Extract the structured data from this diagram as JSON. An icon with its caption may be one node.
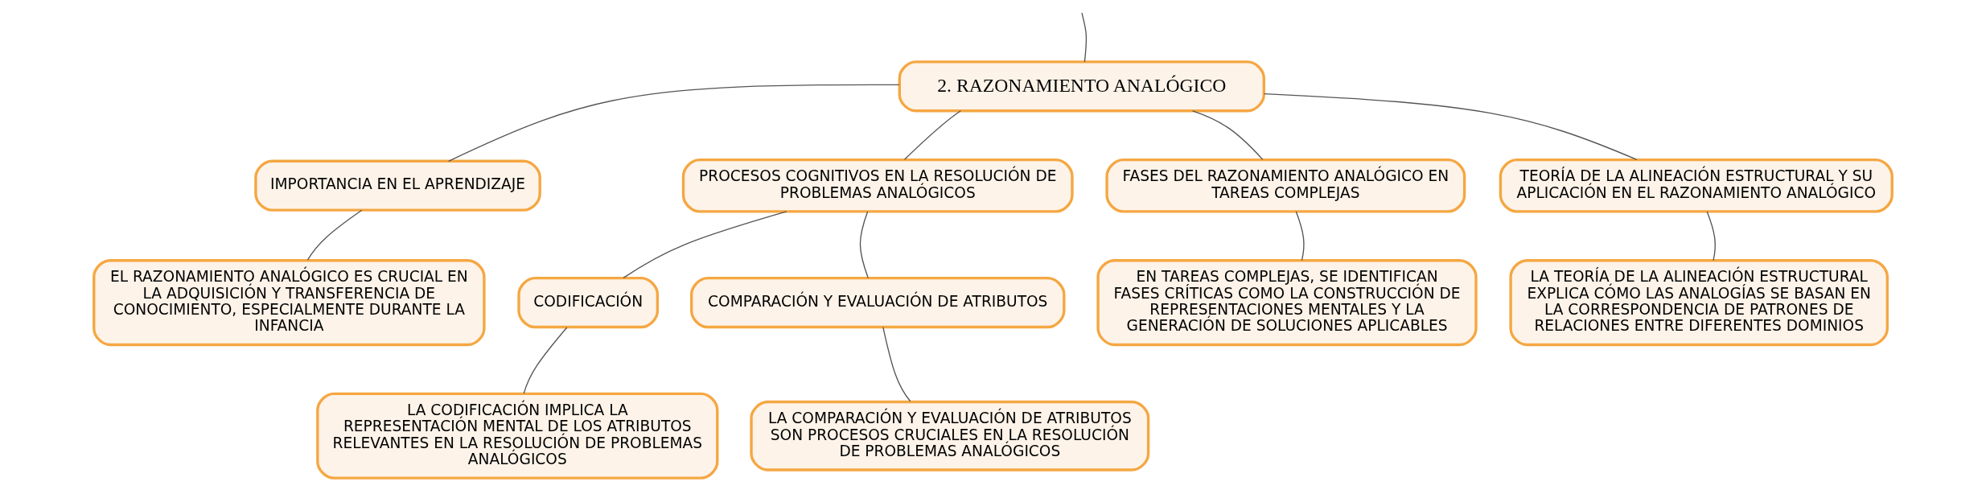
{
  "diagram": {
    "nodes": [
      {
        "text": [
          "2. RAZONAMIENTO ANALÓGICO"
        ]
      },
      {
        "text": [
          "IMPORTANCIA EN EL APRENDIZAJE"
        ]
      },
      {
        "text": [
          "EL RAZONAMIENTO ANALÓGICO ES CRUCIAL EN LA ADQUISICIÓN Y TRANSFERENCIA DE CONOCIMIENTO, ESPECIALMENTE DURANTE LA INFANCIA"
        ]
      },
      {
        "text": [
          "PROCESOS COGNITIVOS EN LA RESOLUCIÓN DE PROBLEMAS ANALÓGICOS"
        ]
      },
      {
        "text": [
          "CODIFICACIÓN"
        ]
      },
      {
        "text": [
          "LA CODIFICACIÓN IMPLICA LA REPRESENTACIÓN MENTAL DE LOS ATRIBUTOS RELEVANTES EN LA RESOLUCIÓN DE PROBLEMAS ANALÓGICOS"
        ]
      },
      {
        "text": [
          "COMPARACIÓN Y EVALUACIÓN DE ATRIBUTOS"
        ]
      },
      {
        "text": [
          "LA COMPARACIÓN Y EVALUACIÓN DE ATRIBUTOS SON PROCESOS CRUCIALES EN LA RESOLUCIÓN DE PROBLEMAS ANALÓGICOS"
        ]
      },
      {
        "text": [
          "FASES DEL RAZONAMIENTO ANALÓGICO EN TAREAS COMPLEJAS"
        ]
      },
      {
        "text": [
          "EN TAREAS COMPLEJAS, SE IDENTIFICAN FASES CRÍTICAS COMO LA CONSTRUCCIÓN DE REPRESENTACIONES MENTALES Y LA GENERACIÓN DE SOLUCIONES APLICABLES"
        ]
      },
      {
        "text": [
          "TEORÍA DE LA ALINEACIÓN ESTRUCTURAL Y SU APLICACIÓN EN EL RAZONAMIENTO ANALÓGICO"
        ]
      },
      {
        "text": [
          "LA TEORÍA DE LA ALINEACIÓN ESTRUCTURAL EXPLICA CÓMO LAS ANALOGÍAS SE BASAN EN LA CORRESPONDENCIA DE PATRONES DE RELACIONES ENTRE DIFERENTES DOMINIOS"
        ]
      }
    ],
    "edges": [
      {
        "from": null,
        "to": 0,
        "arrow": "none"
      },
      {
        "from": 0,
        "to": 1,
        "arrow": "none"
      },
      {
        "from": 1,
        "to": 2,
        "arrow": "none"
      },
      {
        "from": 0,
        "to": 3,
        "arrow": "none"
      },
      {
        "from": 3,
        "to": 4,
        "arrow": "none"
      },
      {
        "from": 4,
        "to": 5,
        "arrow": "none"
      },
      {
        "from": 3,
        "to": 6,
        "arrow": "none"
      },
      {
        "from": 6,
        "to": 7,
        "arrow": "none"
      },
      {
        "from": 0,
        "to": 8,
        "arrow": "none"
      },
      {
        "from": 8,
        "to": 9,
        "arrow": "none"
      },
      {
        "from": 0,
        "to": 10,
        "arrow": "none"
      },
      {
        "from": 10,
        "to": 11,
        "arrow": "none"
      }
    ]
  }
}
